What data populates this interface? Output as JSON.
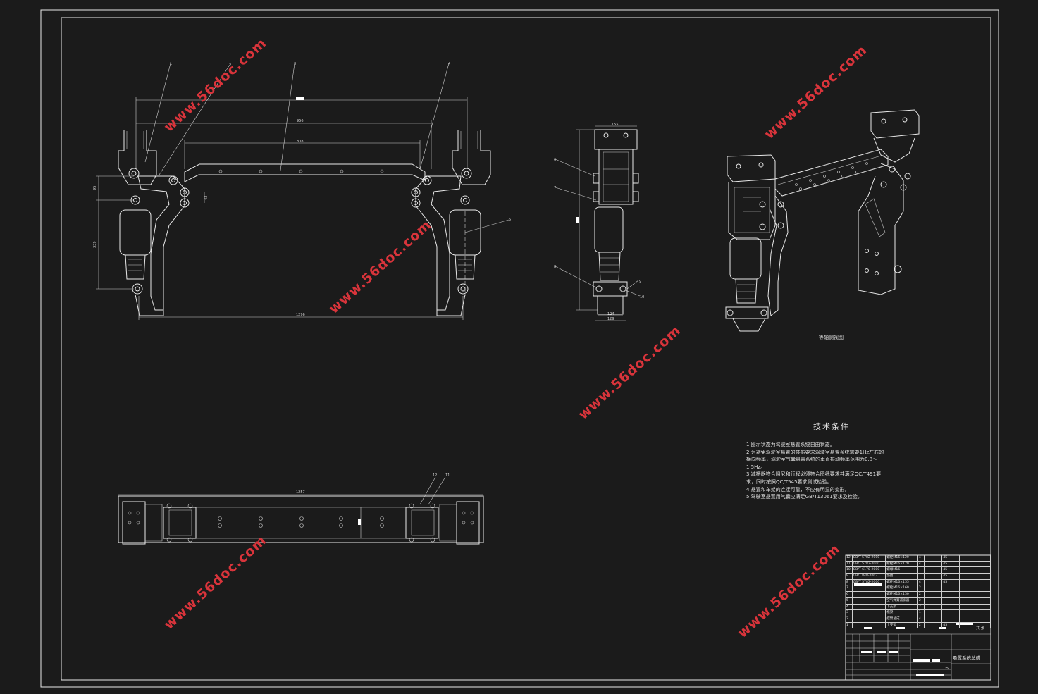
{
  "watermark": "www.56doc.com",
  "part_numbers": [
    "1",
    "2",
    "3",
    "4",
    "5",
    "6",
    "7",
    "8",
    "9",
    "10",
    "11",
    "12"
  ],
  "dimensions": {
    "front_top": "956",
    "front_mid": "808",
    "front_bottom": "1296",
    "front_left_small": "95",
    "front_left_tall": "339",
    "front_gap": "43",
    "side_top": "155",
    "side_bottom_a": "124",
    "side_bottom_b": "129",
    "plan_width": "1257"
  },
  "iso_view_label": "等轴侧视图",
  "tech_title": "技术条件",
  "tech_lines": [
    "1 图示状态为驾驶室悬置系统自由状态。",
    "2 为避免驾驶室悬置的共振要求驾驶室悬置系统需要1Hz左右的",
    "横向频率，驾驶室气囊悬置系统的垂直振动频率范围为0.8～",
    "1.5Hz。",
    "3 减振器符合阻尼和行程必须符合图纸要求并满足QC/T491要",
    "求，同时按照QC/T545要求测试检验。",
    "4 悬置和车架的连接可靠，不应有明显的变形。",
    "5 驾驶室悬置用气囊应满足GB/T13061要求及检验。"
  ],
  "bom": [
    [
      "12",
      "GB/T 5782-2000",
      "螺栓M16×120",
      "4",
      "",
      "45",
      "",
      ""
    ],
    [
      "11",
      "GB/T 5782-2000",
      "螺栓M16×120",
      "4",
      "",
      "45",
      "",
      ""
    ],
    [
      "10",
      "GB/T 6170-2000",
      "螺母M16",
      "",
      "",
      "45",
      "",
      ""
    ],
    [
      "9",
      "GB/T 848-2002",
      "垫圈",
      "",
      "",
      "45",
      "",
      ""
    ],
    [
      "8",
      "GB/T 5782-2000",
      "螺栓M16×155",
      "4",
      "",
      "45",
      "",
      ""
    ],
    [
      "7",
      "",
      "螺栓M16×160",
      "2",
      "",
      "",
      "",
      ""
    ],
    [
      "6",
      "",
      "螺栓M16×150",
      "2",
      "",
      "",
      "",
      ""
    ],
    [
      "5",
      "",
      "空气弹簧减振器",
      "2",
      "",
      "",
      "",
      ""
    ],
    [
      "4",
      "",
      "下支架",
      "2",
      "",
      "",
      "",
      ""
    ],
    [
      "3",
      "",
      "横梁",
      "1",
      "",
      "",
      "",
      ""
    ],
    [
      "2",
      "",
      "摆臂总成",
      "4",
      "",
      "",
      "",
      ""
    ],
    [
      "1",
      "",
      "上支架",
      "2",
      "",
      "45",
      "",
      ""
    ]
  ],
  "title_block": {
    "drawing_title": "悬置系统总成",
    "sheet": "共 张",
    "scale": "1:5"
  }
}
